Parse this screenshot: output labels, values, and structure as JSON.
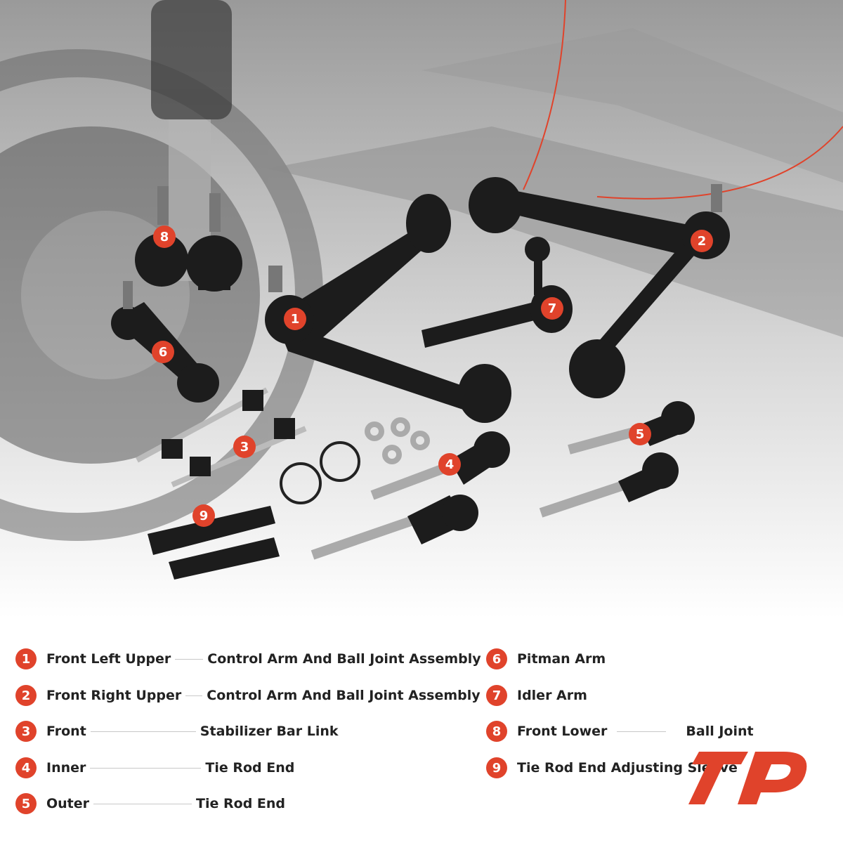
{
  "callouts": [
    "1",
    "2",
    "3",
    "4",
    "5",
    "6",
    "7",
    "8",
    "9"
  ],
  "legend": [
    {
      "num": "1",
      "part": "Front Left Upper",
      "desc": "Control Arm And Ball Joint Assembly"
    },
    {
      "num": "2",
      "part": "Front Right Upper",
      "desc": "Control Arm And Ball Joint Assembly"
    },
    {
      "num": "3",
      "part": "Front",
      "desc": "Stabilizer Bar Link"
    },
    {
      "num": "4",
      "part": "Inner",
      "desc": "Tie Rod End"
    },
    {
      "num": "5",
      "part": "Outer",
      "desc": "Tie Rod End"
    },
    {
      "num": "6",
      "part": "Pitman Arm",
      "desc": ""
    },
    {
      "num": "7",
      "part": "Idler Arm",
      "desc": ""
    },
    {
      "num": "8",
      "part": "Front Lower",
      "desc": "Ball Joint"
    },
    {
      "num": "9",
      "part": "Tie Rod End Adjusting Sleeve",
      "desc": ""
    }
  ],
  "colors": {
    "accent": "#e0432b",
    "text": "#222222",
    "background": "#ffffff"
  },
  "icons": {
    "logo": "a-premium-logo"
  }
}
